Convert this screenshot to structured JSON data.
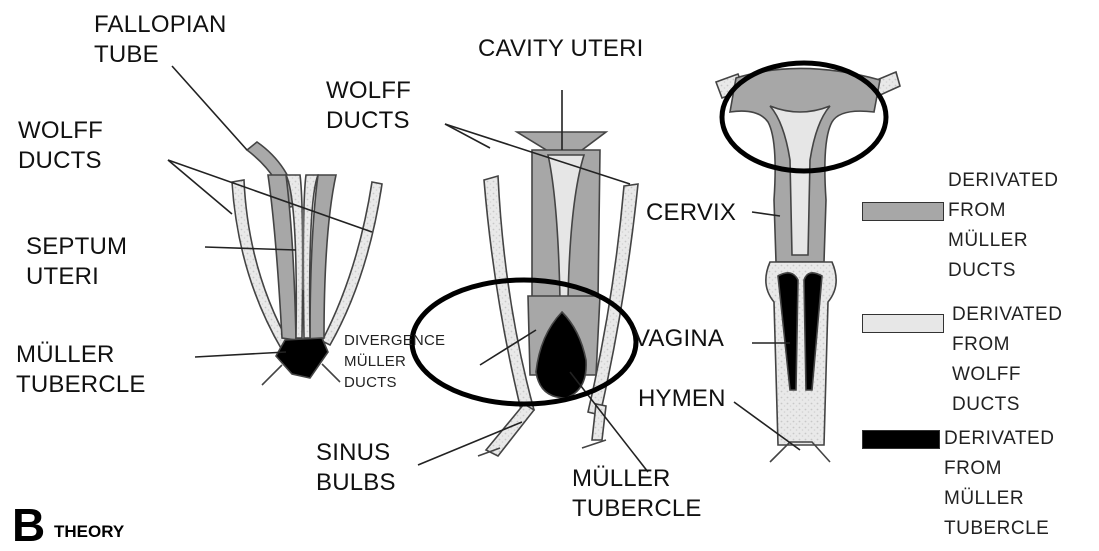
{
  "colors": {
    "muller_ducts": "#a7a7a7",
    "wolff_ducts": "#e7e7e7",
    "muller_tubercle": "#000000",
    "outline": "#444444"
  },
  "labels": {
    "fallopian_tube": [
      "FALLOPIAN",
      "TUBE"
    ],
    "wolff_ducts_left": [
      "WOLFF",
      "DUCTS"
    ],
    "septum_uteri": [
      "SEPTUM",
      "UTERI"
    ],
    "muller_tubercle_left": [
      "MÜLLER",
      "TUBERCLE"
    ],
    "divergence_muller_ducts": [
      "DIVERGENCE",
      "MÜLLER",
      "DUCTS"
    ],
    "cavity_uteri": "CAVITY UTERI",
    "wolff_ducts_middle": [
      "WOLFF",
      "DUCTS"
    ],
    "sinus_bulbs": [
      "SINUS",
      "BULBS"
    ],
    "muller_tubercle_middle": [
      "MÜLLER",
      "TUBERCLE"
    ],
    "cervix": "CERVIX",
    "vagina": "VAGINA",
    "hymen": "HYMEN"
  },
  "legend": [
    {
      "swatch": "muller_ducts",
      "text": [
        "DERIVATED",
        "FROM",
        "MÜLLER",
        "DUCTS"
      ]
    },
    {
      "swatch": "wolff_ducts",
      "text": [
        "DERIVATED",
        "FROM",
        "WOLFF",
        "DUCTS"
      ]
    },
    {
      "swatch": "muller_tubercle",
      "text": [
        "DERIVATED",
        "FROM",
        "MÜLLER",
        "TUBERCLE"
      ]
    }
  ],
  "panel_letter": "B",
  "panel_caption": "THEORY"
}
